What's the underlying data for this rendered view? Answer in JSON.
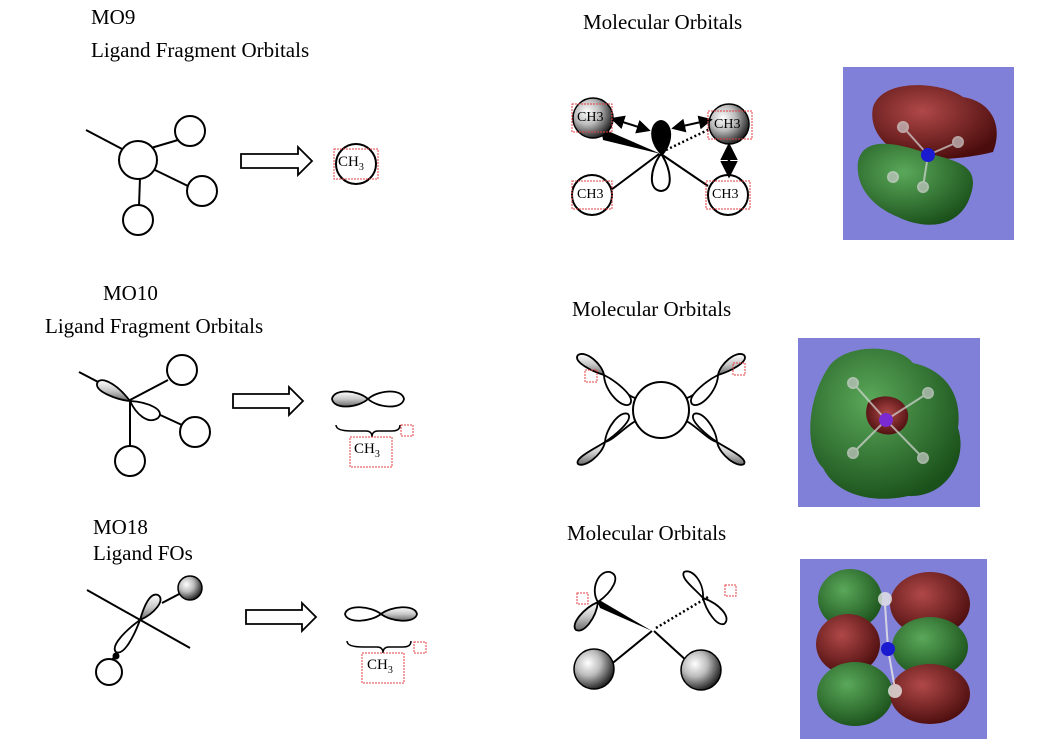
{
  "section_mo9": {
    "title": "MO9",
    "subtitle": "Ligand Fragment Orbitals",
    "fragment_label": "CH",
    "fragment_sub": "3",
    "mo_title": "Molecular Orbitals",
    "mo_labels": [
      "CH3",
      "CH3",
      "CH3",
      "CH3"
    ]
  },
  "section_mo10": {
    "title": "MO10",
    "subtitle": "Ligand Fragment Orbitals",
    "fragment_label": "CH",
    "fragment_sub": "3",
    "mo_title": "Molecular Orbitals"
  },
  "section_mo18": {
    "title": "MO18",
    "subtitle": "Ligand FOs",
    "fragment_label": "CH",
    "fragment_sub": "3",
    "mo_title": "Molecular Orbitals"
  },
  "colors": {
    "render_background": "#8080d8",
    "lobe_red": "#7a1a1a",
    "lobe_green": "#2c7a2c",
    "nitrogen_blue": "#1a1ad0",
    "label_box_red": "#e04040"
  }
}
